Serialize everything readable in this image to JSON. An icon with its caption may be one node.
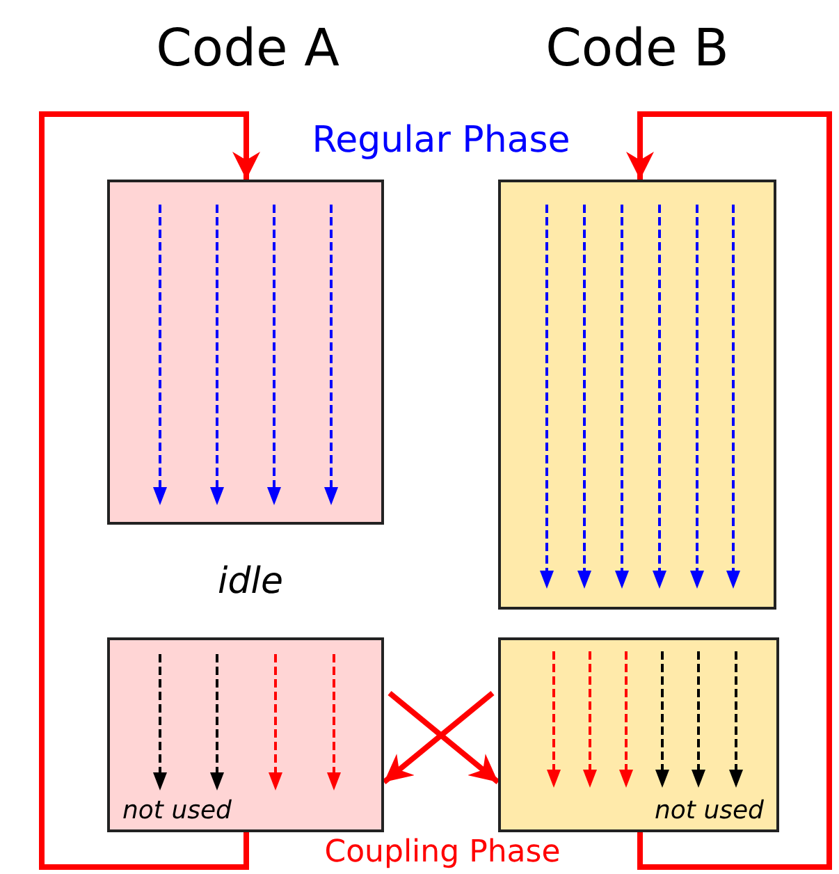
{
  "diagram": {
    "nodes": [
      {
        "text": [],
        "shape": "box"
      },
      {
        "text": [],
        "shape": "box"
      },
      {
        "text": [
          "not used"
        ]
      },
      {
        "text": [
          "not used"
        ]
      }
    ],
    "edges": [
      {
        "from": 2,
        "to": 0,
        "arrow": "to"
      },
      {
        "from": 3,
        "to": 1,
        "arrow": "to"
      },
      {
        "from": 3,
        "to": 2,
        "arrow": "to"
      },
      {
        "from": 2,
        "to": 3,
        "arrow": "to"
      }
    ],
    "labels": [
      "Code A",
      "Code B",
      "Regular Phase",
      "idle",
      "Coupling Phase"
    ]
  }
}
